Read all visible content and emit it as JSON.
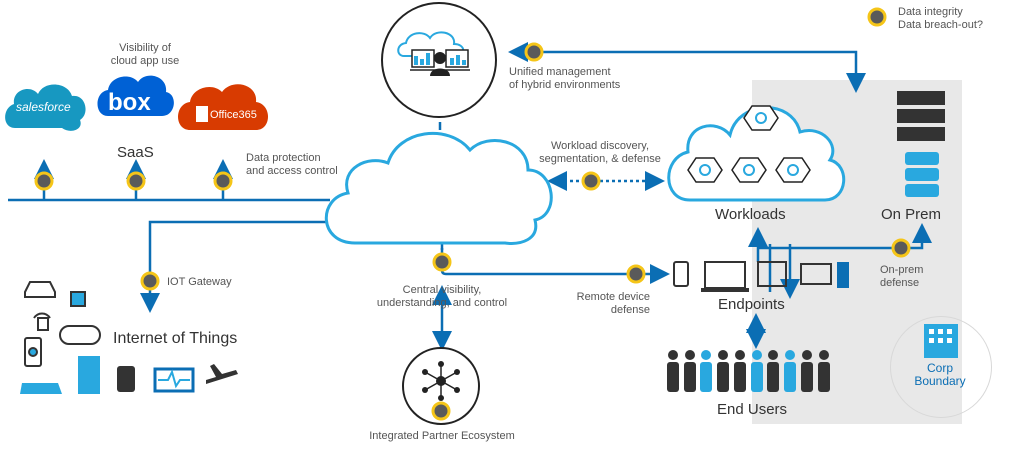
{
  "colors": {
    "blue": "#0b6eb4",
    "light_blue": "#29a8df",
    "gold": "#f5c518",
    "dark": "#333333",
    "grey_panel": "#e8e8e8",
    "salesforce": "#1798c1",
    "box": "#0061d5",
    "office": "#d83b01"
  },
  "legend": {
    "line1": "Data integrity",
    "line2": "Data breach-out?"
  },
  "saas": {
    "visibility_line1": "Visibility of",
    "visibility_line2": "cloud app use",
    "salesforce_label": "salesforce",
    "box_label": "box",
    "office_label": "Office365",
    "title": "SaaS",
    "protection_line1": "Data protection",
    "protection_line2": "and access control"
  },
  "management": {
    "line1": "Unified management",
    "line2": "of hybrid environments"
  },
  "workload_discovery": {
    "line1": "Workload discovery,",
    "line2": "segmentation,  & defense"
  },
  "workloads": {
    "title": "Workloads"
  },
  "on_prem": {
    "title": "On Prem",
    "defense_line1": "On-prem",
    "defense_line2": "defense"
  },
  "iot": {
    "gateway": "IOT Gateway",
    "title": "Internet of Things"
  },
  "central": {
    "line1": "Central visibility,",
    "line2": "understanding,  and control"
  },
  "remote": {
    "line1": "Remote device",
    "line2": "defense"
  },
  "endpoints": {
    "title": "Endpoints"
  },
  "end_users": {
    "title": "End Users"
  },
  "corp": {
    "line1": "Corp",
    "line2": "Boundary"
  },
  "partner": {
    "title": "Integrated Partner Ecosystem"
  }
}
